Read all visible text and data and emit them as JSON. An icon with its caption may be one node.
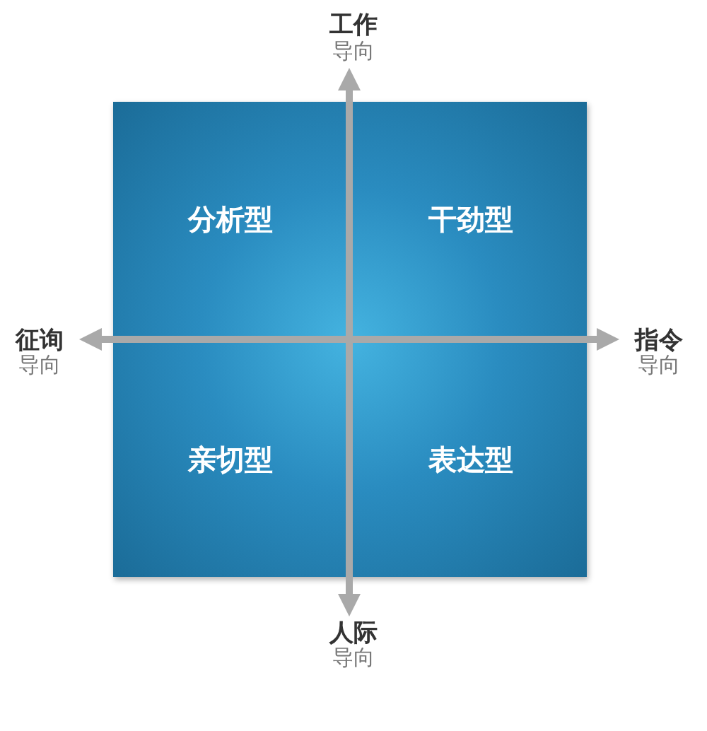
{
  "diagram": {
    "nodes": [
      {
        "text": [
          "分析型"
        ]
      },
      {
        "text": [
          "干劲型"
        ]
      },
      {
        "text": [
          "亲切型"
        ]
      },
      {
        "text": [
          "表达型"
        ]
      }
    ],
    "labels": [
      "工作",
      "导向",
      "征询",
      "导向",
      "指令",
      "导向",
      "人际",
      "导向"
    ]
  }
}
